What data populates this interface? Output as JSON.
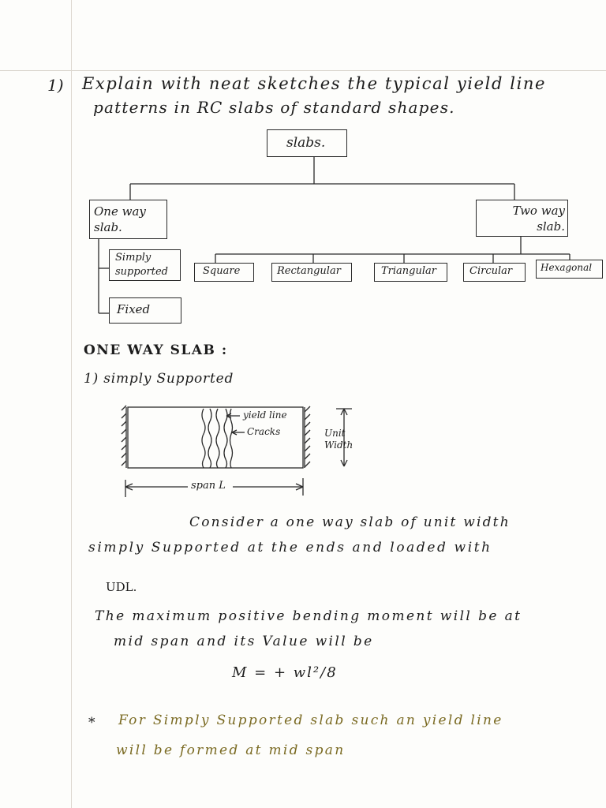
{
  "question": {
    "number": "1)",
    "line1": "Explain with neat sketches the typical yield line",
    "line2": "patterns in RC slabs of standard shapes."
  },
  "tree": {
    "root": "slabs.",
    "one_way": "One way slab.",
    "two_way": "Two way slab.",
    "one_way_children": [
      "Simply supported",
      "Fixed"
    ],
    "two_way_children": [
      "Square",
      "Rectangular",
      "Triangular",
      "Circular",
      "Hexagonal"
    ]
  },
  "section": {
    "heading": "ONE WAY SLAB :",
    "sub": "1) simply Supported"
  },
  "figure": {
    "yield_line": "yield line",
    "cracks": "Cracks",
    "unit_width": "Unit Width",
    "span": "span L"
  },
  "body": {
    "p1_line1": "Consider a one way slab of unit width",
    "p1_line2": "simply Supported at the ends and loaded with",
    "p1_line3": "UDL.",
    "p2_line1": "The maximum positive bending moment will be at",
    "p2_line2": "mid span and its Value will be",
    "formula": "M = + wl²/8",
    "note_line1": "For Simply Supported slab such an yield line",
    "note_line2": "will be formed at mid span"
  },
  "colors": {
    "ink": "#1c1c1c",
    "highlight": "#7a6a22",
    "paper": "#fdfdfb"
  }
}
